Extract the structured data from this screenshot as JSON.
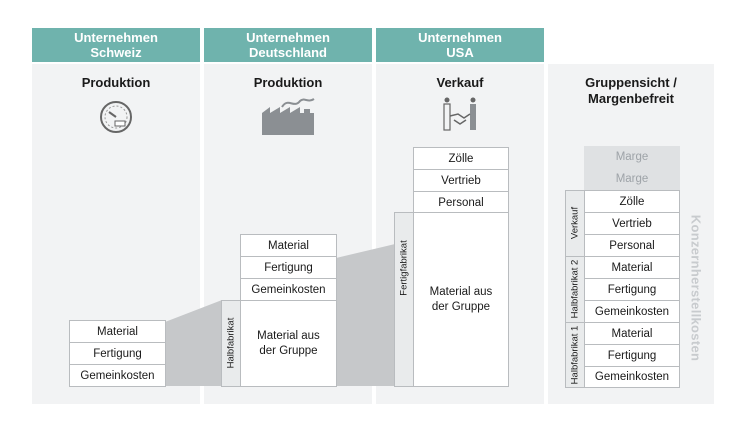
{
  "columns": [
    {
      "header": "Unternehmen\nSchweiz",
      "header_l1": "Unternehmen",
      "header_l2": "Schweiz",
      "title": "Produktion",
      "icon": "gauge-icon"
    },
    {
      "header_l1": "Unternehmen",
      "header_l2": "Deutschland",
      "title": "Produktion",
      "icon": "factory-icon"
    },
    {
      "header_l1": "Unternehmen",
      "header_l2": "USA",
      "title": "Verkauf",
      "icon": "handshake-icon"
    },
    {
      "title_l1": "Gruppensicht /",
      "title_l2": "Margenbefreit"
    }
  ],
  "schweiz": {
    "items": [
      "Material",
      "Fertigung",
      "Gemeinkosten"
    ]
  },
  "deutschland": {
    "side_label": "Halbfabrikat",
    "items": [
      "Material",
      "Fertigung",
      "Gemeinkosten"
    ],
    "base_l1": "Material aus",
    "base_l2": "der Gruppe"
  },
  "usa": {
    "side_label": "Fertigfabrikat",
    "items": [
      "Zölle",
      "Vertrieb",
      "Personal"
    ],
    "base_l1": "Material aus",
    "base_l2": "der Gruppe"
  },
  "gruppe": {
    "ghost_items": [
      "Marge",
      "Marge"
    ],
    "items": [
      "Zölle",
      "Vertrieb",
      "Personal",
      "Material",
      "Fertigung",
      "Gemeinkosten",
      "Material",
      "Fertigung",
      "Gemeinkosten"
    ],
    "group_labels": [
      "Verkauf",
      "Halbfabrikat 2",
      "Halbfabrikat 1"
    ],
    "side_label": "Konzernherstellkosten"
  },
  "colors": {
    "header": "#6fb3ad",
    "panel": "#f2f3f4",
    "connector": "#c6c8ca"
  }
}
